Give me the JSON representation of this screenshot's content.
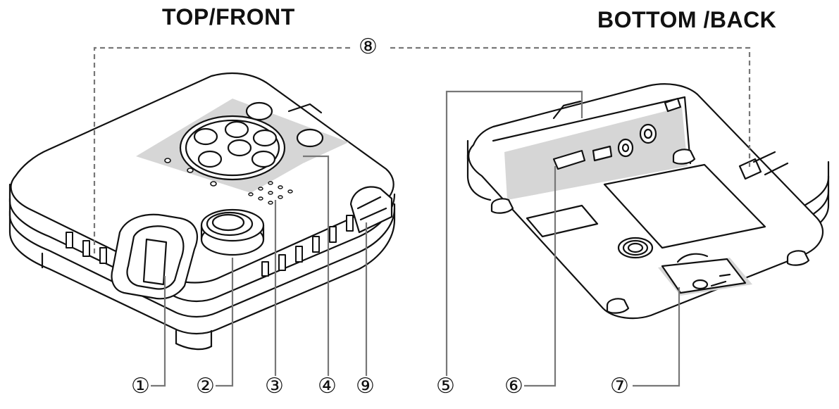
{
  "headings": {
    "top_front": "TOP/FRONT",
    "bottom_back": "BOTTOM /BACK"
  },
  "callouts": {
    "c1": "①",
    "c2": "②",
    "c3": "③",
    "c4": "④",
    "c5": "⑤",
    "c6": "⑥",
    "c7": "⑦",
    "c8": "⑧",
    "c9": "⑨"
  },
  "colors": {
    "line": "#111111",
    "leader": "#777777",
    "highlight": "#d6d6d6"
  }
}
